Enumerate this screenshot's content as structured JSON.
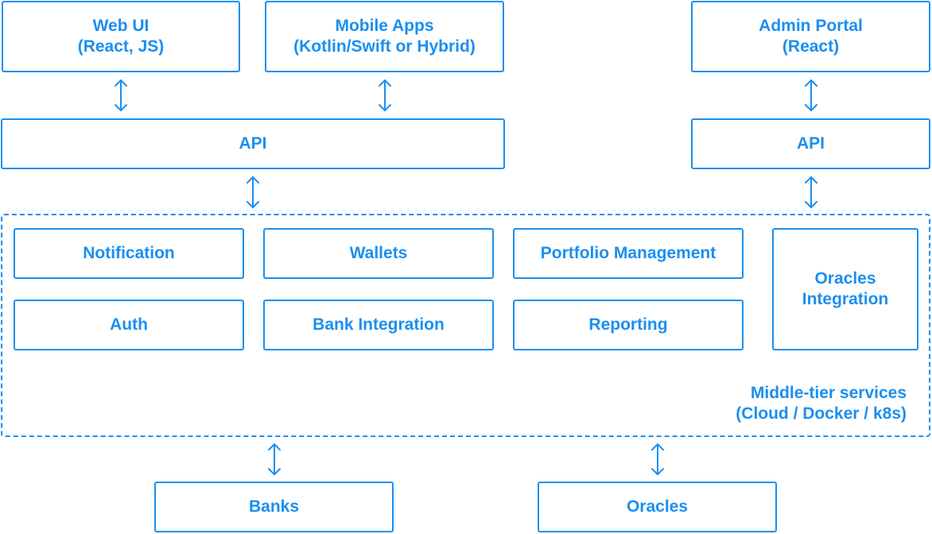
{
  "colors": {
    "accent": "#1a8ff0",
    "background": "#ffffff"
  },
  "clients": {
    "web_ui": {
      "line1": "Web UI",
      "line2": "(React, JS)"
    },
    "mobile_apps": {
      "line1": "Mobile Apps",
      "line2": "(Kotlin/Swift or Hybrid)"
    },
    "admin_portal": {
      "line1": "Admin Portal",
      "line2": "(React)"
    }
  },
  "apis": {
    "main": "API",
    "admin": "API"
  },
  "services": {
    "notification": "Notification",
    "wallets": "Wallets",
    "portfolio_management": "Portfolio Management",
    "oracles_integration": {
      "line1": "Oracles",
      "line2": "Integration"
    },
    "auth": "Auth",
    "bank_integration": "Bank Integration",
    "reporting": "Reporting"
  },
  "middle_tier": {
    "line1": "Middle-tier services",
    "line2": "(Cloud / Docker / k8s)"
  },
  "external": {
    "banks": "Banks",
    "oracles": "Oracles"
  }
}
